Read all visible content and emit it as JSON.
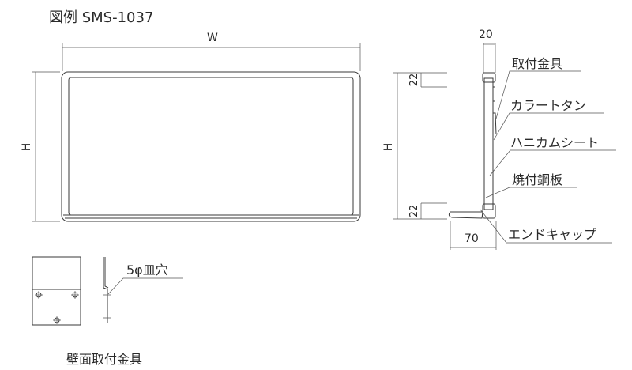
{
  "title": "図例 SMS-1037",
  "front_view": {
    "width_label": "W",
    "height_label": "H"
  },
  "side_view": {
    "height_label": "H",
    "top_margin": "22",
    "bottom_margin": "22",
    "thickness": "20",
    "cap_depth": "70",
    "parts": [
      "取付金具",
      "カラートタン",
      "ハニカムシート",
      "焼付鋼板",
      "エンドキャップ"
    ]
  },
  "bracket": {
    "hole_label": "5φ皿穴",
    "caption": "壁面取付金具"
  },
  "colors": {
    "line": "#3a3a3a",
    "text": "#2a2a2a"
  }
}
